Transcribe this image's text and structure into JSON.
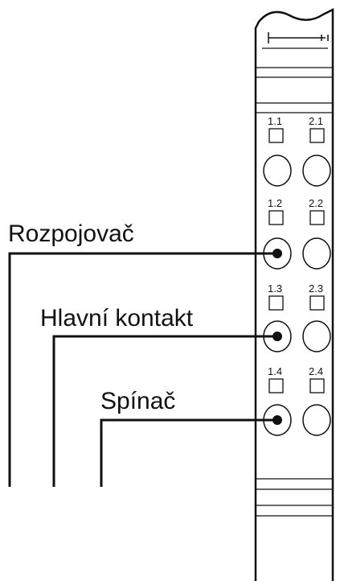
{
  "callouts": [
    {
      "id": "rozpojovac",
      "label": "Rozpojovač"
    },
    {
      "id": "hlavni",
      "label": "Hlavní kontakt"
    },
    {
      "id": "spinac",
      "label": "Spínač"
    }
  ],
  "terminals": [
    {
      "left": "1.1",
      "right": "2.1"
    },
    {
      "left": "1.2",
      "right": "2.2"
    },
    {
      "left": "1.3",
      "right": "2.3"
    },
    {
      "left": "1.4",
      "right": "2.4"
    }
  ],
  "colors": {
    "ink": "#111111",
    "background": "#ffffff"
  }
}
